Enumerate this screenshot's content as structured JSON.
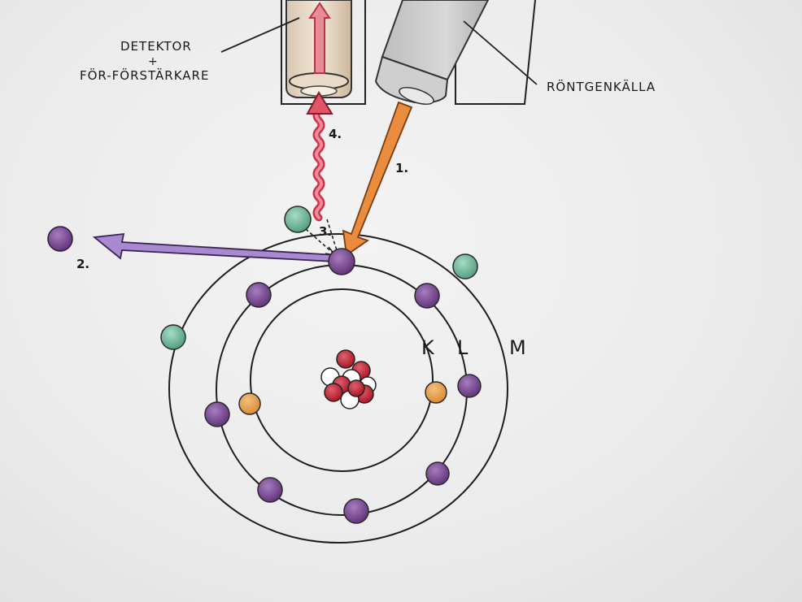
{
  "labels": {
    "detector_line1": "DETEKTOR",
    "detector_plus": "+",
    "detector_line2": "FÖR-FÖRSTÄRKARE",
    "source": "RÖNTGENKÄLLA",
    "step1": "1.",
    "step2": "2.",
    "step3": "3.",
    "step4": "4."
  },
  "shells": [
    "K",
    "L",
    "M"
  ],
  "colors": {
    "xray_beam": "#e98a3c",
    "fluorescence": "#d64a5a",
    "ejected_electron": "#9b72c2",
    "electron_purple": "#6e3d86",
    "electron_orange": "#e39a4a",
    "electron_green": "#5fae8f",
    "proton": "#c22a36",
    "neutron": "#ffffff"
  },
  "icons": [
    "detector-tube-icon",
    "xray-source-tube-icon",
    "atom-nucleus-icon"
  ]
}
